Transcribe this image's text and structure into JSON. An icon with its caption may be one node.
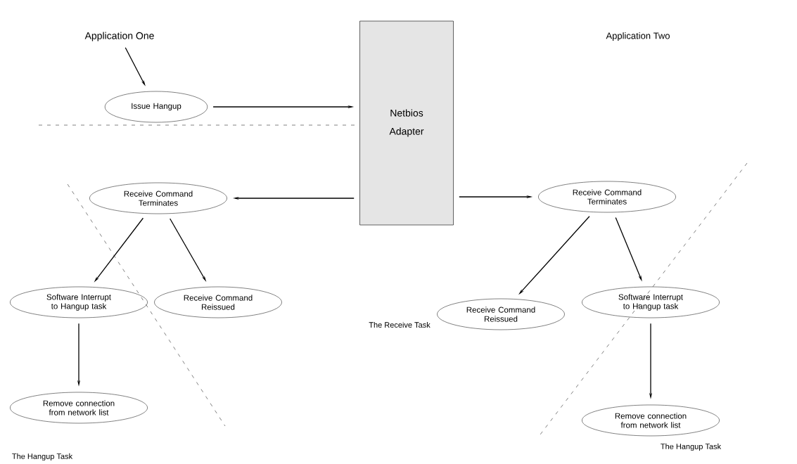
{
  "diagram": {
    "nodes": [
      {
        "text": [
          "Application One"
        ]
      },
      {
        "text": [
          "Issue Hangup"
        ]
      },
      {
        "text": [
          "Netbios Adapter"
        ]
      },
      {
        "text": [
          "Receive Command Terminates"
        ]
      },
      {
        "text": [
          "Receive Command Terminates"
        ]
      },
      {
        "text": [
          "Software Interrupt to Hangup task"
        ]
      },
      {
        "text": [
          "Receive Command Reissued"
        ]
      },
      {
        "text": [
          "Remove connection from network list"
        ]
      },
      {
        "text": [
          "Receive Command Reissued"
        ]
      },
      {
        "text": [
          "Software Interrupt to Hangup task"
        ]
      },
      {
        "text": [
          "Remove connection from network list"
        ]
      }
    ],
    "edges": [
      {
        "from": 0,
        "to": 1,
        "arrow": "to"
      },
      {
        "from": 1,
        "to": 2,
        "arrow": "to"
      },
      {
        "from": 2,
        "to": 3,
        "arrow": "to"
      },
      {
        "from": 2,
        "to": 4,
        "arrow": "to"
      },
      {
        "from": 3,
        "to": 5,
        "arrow": "to"
      },
      {
        "from": 3,
        "to": 6,
        "arrow": "to"
      },
      {
        "from": 4,
        "to": 8,
        "arrow": "to"
      },
      {
        "from": 4,
        "to": 9,
        "arrow": "to"
      },
      {
        "from": 5,
        "to": 7,
        "arrow": "to"
      },
      {
        "from": 9,
        "to": 10,
        "arrow": "to"
      }
    ],
    "labels": [
      "Application Two",
      "The Receive Task",
      "The Hangup Task",
      "The Hangup Task"
    ]
  }
}
